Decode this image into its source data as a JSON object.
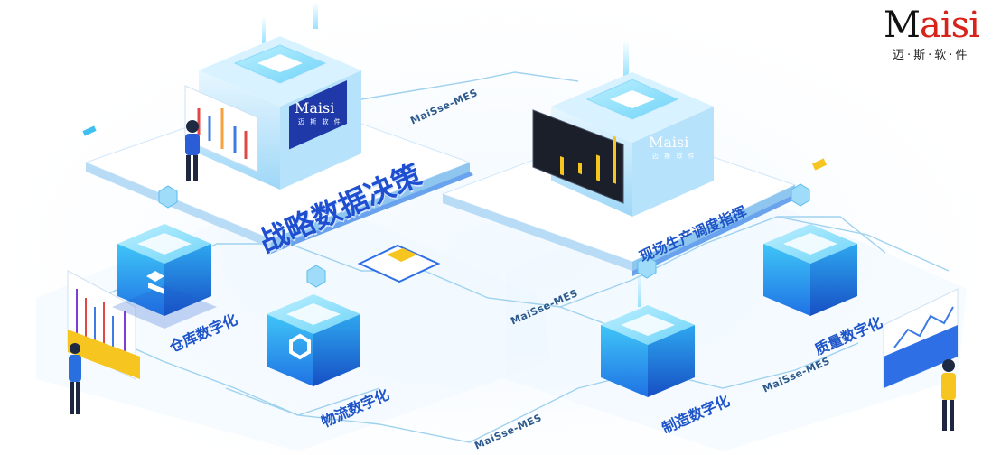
{
  "logo": {
    "brand_first": "M",
    "brand_rest": "aisi",
    "subtitle": "迈·斯·软·件"
  },
  "server_brand": {
    "name": "Maisi",
    "subtitle": "迈 斯 软 件"
  },
  "platforms": {
    "strategy": "战略数据决策",
    "scheduling": "现场生产调度指挥"
  },
  "modules": {
    "warehouse": "仓库数字化",
    "logistics": "物流数字化",
    "manufacturing": "制造数字化",
    "quality": "质量数字化"
  },
  "links": {
    "link_top": "MaiSse-MES",
    "link_center": "MaiSse-MES",
    "link_bottom": "MaiSse-MES",
    "link_right": "MaiSse-MES"
  },
  "colors": {
    "accent_blue": "#1e6fe8",
    "cyan": "#3ec1f2",
    "platform_top": "#eaf5ff",
    "yellow": "#f7c520",
    "brand_red": "#d8231b"
  }
}
